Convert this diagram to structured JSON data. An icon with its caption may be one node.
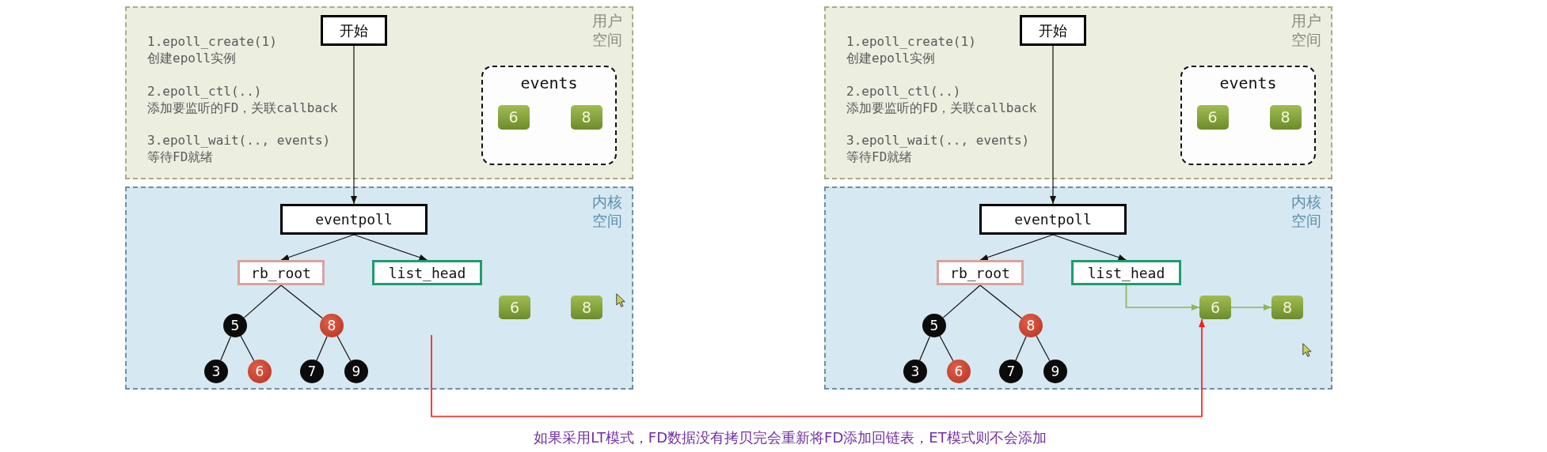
{
  "diagram": {
    "caption": "如果采用LT模式，FD数据没有拷贝完会重新将FD添加回链表，ET模式则不会添加",
    "nodes": [
      {
        "text": [
          "用户空间",
          "1.epoll_create(1) 创建epoll实例",
          "2.epoll_ctl(..) 添加要监听的FD，关联callback",
          "3.epoll_wait(.., events) 等待FD就绪"
        ]
      },
      {
        "text": [
          "开始"
        ],
        "in": 0
      },
      {
        "text": [
          "events"
        ],
        "in": 0
      },
      {
        "text": [
          "6"
        ],
        "in": 2
      },
      {
        "text": [
          "8"
        ],
        "in": 2
      },
      {
        "text": [
          "内核空间"
        ]
      },
      {
        "text": [
          "eventpoll"
        ],
        "in": 5
      },
      {
        "text": [
          "rb_root"
        ],
        "in": 5
      },
      {
        "text": [
          "list_head"
        ],
        "in": 5
      },
      {
        "text": [
          "5"
        ],
        "in": 5
      },
      {
        "text": [
          "8"
        ],
        "in": 5
      },
      {
        "text": [
          "3"
        ],
        "in": 5
      },
      {
        "text": [
          "6"
        ],
        "in": 5
      },
      {
        "text": [
          "7"
        ],
        "in": 5
      },
      {
        "text": [
          "9"
        ],
        "in": 5
      },
      {
        "text": [
          "6"
        ],
        "in": 5
      },
      {
        "text": [
          "8"
        ],
        "in": 5
      },
      {
        "text": [
          "用户空间",
          "1.epoll_create(1) 创建epoll实例",
          "2.epoll_ctl(..) 添加要监听的FD，关联callback",
          "3.epoll_wait(.., events) 等待FD就绪"
        ]
      },
      {
        "text": [
          "开始"
        ],
        "in": 17
      },
      {
        "text": [
          "events"
        ],
        "in": 17
      },
      {
        "text": [
          "6"
        ],
        "in": 19
      },
      {
        "text": [
          "8"
        ],
        "in": 19
      },
      {
        "text": [
          "内核空间"
        ]
      },
      {
        "text": [
          "eventpoll"
        ],
        "in": 22
      },
      {
        "text": [
          "rb_root"
        ],
        "in": 22
      },
      {
        "text": [
          "list_head"
        ],
        "in": 22
      },
      {
        "text": [
          "5"
        ],
        "in": 22
      },
      {
        "text": [
          "8"
        ],
        "in": 22
      },
      {
        "text": [
          "3"
        ],
        "in": 22
      },
      {
        "text": [
          "6"
        ],
        "in": 22
      },
      {
        "text": [
          "7"
        ],
        "in": 22
      },
      {
        "text": [
          "9"
        ],
        "in": 22
      },
      {
        "text": [
          "6"
        ],
        "in": 22
      },
      {
        "text": [
          "8"
        ],
        "in": 22
      }
    ],
    "edges": [
      {
        "from": 1,
        "to": 6,
        "arrow": "to"
      },
      {
        "from": 6,
        "to": 7,
        "arrow": "to"
      },
      {
        "from": 6,
        "to": 8,
        "arrow": "to"
      },
      {
        "from": 7,
        "to": 9,
        "arrow": "none"
      },
      {
        "from": 7,
        "to": 10,
        "arrow": "none"
      },
      {
        "from": 9,
        "to": 11,
        "arrow": "none"
      },
      {
        "from": 9,
        "to": 12,
        "arrow": "none"
      },
      {
        "from": 10,
        "to": 13,
        "arrow": "none"
      },
      {
        "from": 10,
        "to": 14,
        "arrow": "none"
      },
      {
        "from": 18,
        "to": 23,
        "arrow": "to"
      },
      {
        "from": 23,
        "to": 24,
        "arrow": "to"
      },
      {
        "from": 23,
        "to": 25,
        "arrow": "to"
      },
      {
        "from": 24,
        "to": 26,
        "arrow": "none"
      },
      {
        "from": 24,
        "to": 27,
        "arrow": "none"
      },
      {
        "from": 26,
        "to": 28,
        "arrow": "none"
      },
      {
        "from": 26,
        "to": 29,
        "arrow": "none"
      },
      {
        "from": 27,
        "to": 30,
        "arrow": "none"
      },
      {
        "from": 27,
        "to": 31,
        "arrow": "none"
      },
      {
        "from": 25,
        "to": 32,
        "arrow": "to",
        "color": "#8fb45a"
      },
      {
        "from": 32,
        "to": 33,
        "arrow": "to",
        "color": "#8fb45a"
      },
      {
        "from": null,
        "to": 32,
        "arrow": "to",
        "color": "#ff1a1a"
      }
    ]
  }
}
